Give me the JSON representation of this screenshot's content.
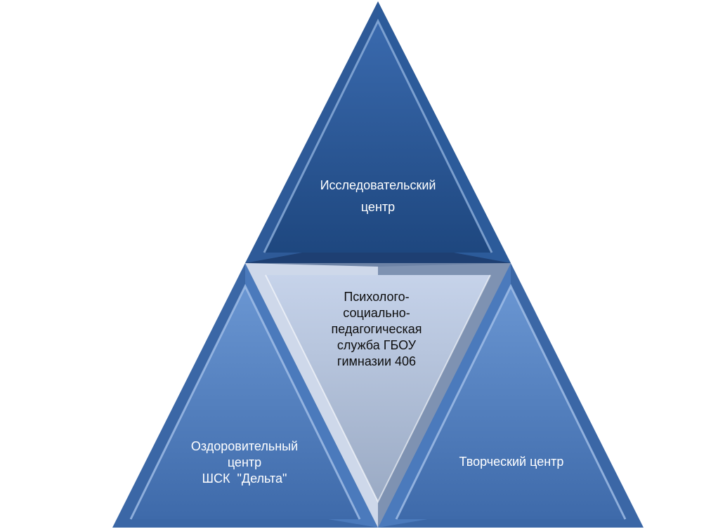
{
  "diagram": {
    "top": {
      "lines": [
        "Исследовательский",
        "центр"
      ]
    },
    "center": {
      "lines": [
        "Психолого-",
        "социально-",
        "педагогическая",
        "служба ГБОУ",
        "гимназии 406"
      ]
    },
    "left": {
      "lines": [
        "Оздоровительный",
        "центр",
        "ШСК  \"Дельта\""
      ]
    },
    "right": {
      "lines": [
        "Творческий центр"
      ]
    }
  },
  "colors": {
    "top_fill": "#2a5596",
    "side_fill": "#4f7fc0",
    "center_fill": "#b4c4dc",
    "bevel_light": "#c9d7ee",
    "bevel_dark": "#1d3a6b"
  }
}
